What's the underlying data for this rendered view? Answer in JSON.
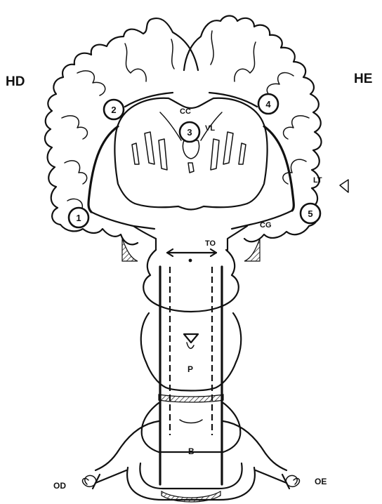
{
  "hemispheres": {
    "right": "HD",
    "left": "HE"
  },
  "eyes": {
    "right": "OD",
    "left": "OE"
  },
  "structures": {
    "corpus_callosum": "CC",
    "lateral_ventricle": "VL",
    "lateral_thalamus": "LT",
    "lateral_geniculate": "CG",
    "optic_tract": "TO",
    "pons": "P",
    "bulb": "B"
  },
  "markers": [
    "1",
    "2",
    "3",
    "4",
    "5"
  ]
}
